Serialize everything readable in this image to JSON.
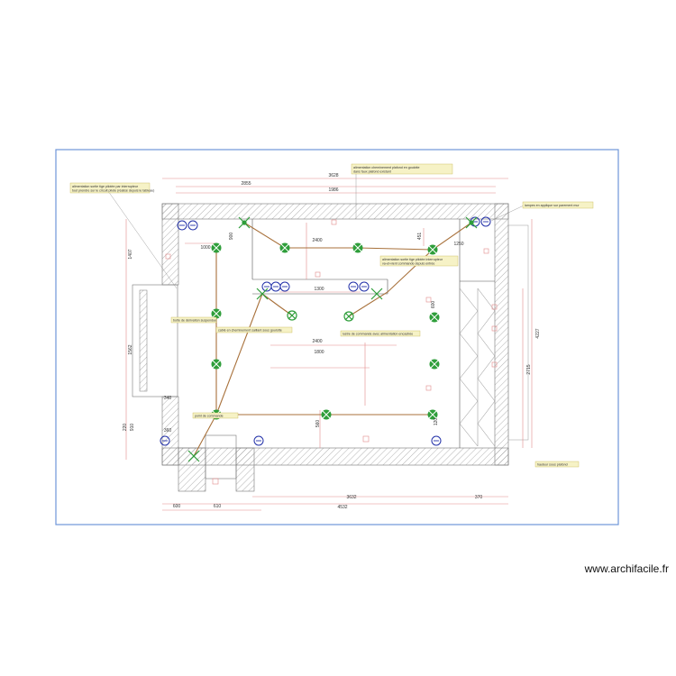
{
  "site": {
    "watermark": "www.archifacile.fr"
  },
  "colors": {
    "frame": "#6f95d8",
    "wall_hatch": "#9a9a9a",
    "dimension": "#e38a8a",
    "wire": "#a8713b",
    "light": "#2e9e3a",
    "outlet": "#2230a8",
    "note_fill": "#f6f2c6"
  },
  "dimensions": {
    "overall_width_top": "3628",
    "partial_top": "2855",
    "inner_top": "1986",
    "overall_bottom": "4532",
    "partial_bottom": "3632",
    "bottom_right": "370",
    "bottom_left_a": "600",
    "bottom_left_b": "610",
    "right_height": "4227",
    "right_partial": "2715",
    "left_height": "1407",
    "left_partial": "1562",
    "left_small_a": "910",
    "left_small_b": "220",
    "inner_2400_a": "2400",
    "inner_2400_b": "2400",
    "inner_1800": "1800",
    "inner_1300": "1300",
    "spot_1000": "1000",
    "spot_900": "900",
    "spot_1250": "1250",
    "spot_451": "451",
    "spot_560": "560",
    "spot_600": "600",
    "spot_120": "120",
    "spot_340": "340",
    "spot_360": "360"
  },
  "notes": [
    {
      "id": "top-left",
      "lines": [
        "alimentation sortie tige pilotée par interrupteur",
        "tout prendre sur le circuit pilote (réalisé depuis le tableau)"
      ]
    },
    {
      "id": "top-center",
      "lines": [
        "alimentation cheminement plafond en goulotte",
        "dans faux plafond existant"
      ]
    },
    {
      "id": "top-right",
      "lines": [
        "lampes en applique sur parement mur"
      ]
    },
    {
      "id": "center-right",
      "lines": [
        "alimentation sortie tige pilotée interrupteur",
        "va-et-vient commande depuis entrée"
      ]
    },
    {
      "id": "center",
      "lines": [
        "cablé en cheminement saillant sous goulotte"
      ]
    },
    {
      "id": "center-lower",
      "lines": [
        "lustre de commande avec alimentation encastrée"
      ]
    },
    {
      "id": "left-mid",
      "lines": [
        "boîte de dérivation suspendue"
      ]
    },
    {
      "id": "left-lower",
      "lines": [
        "point de commande"
      ]
    },
    {
      "id": "bottom-right",
      "lines": [
        "hauteur sous plafond"
      ]
    }
  ]
}
